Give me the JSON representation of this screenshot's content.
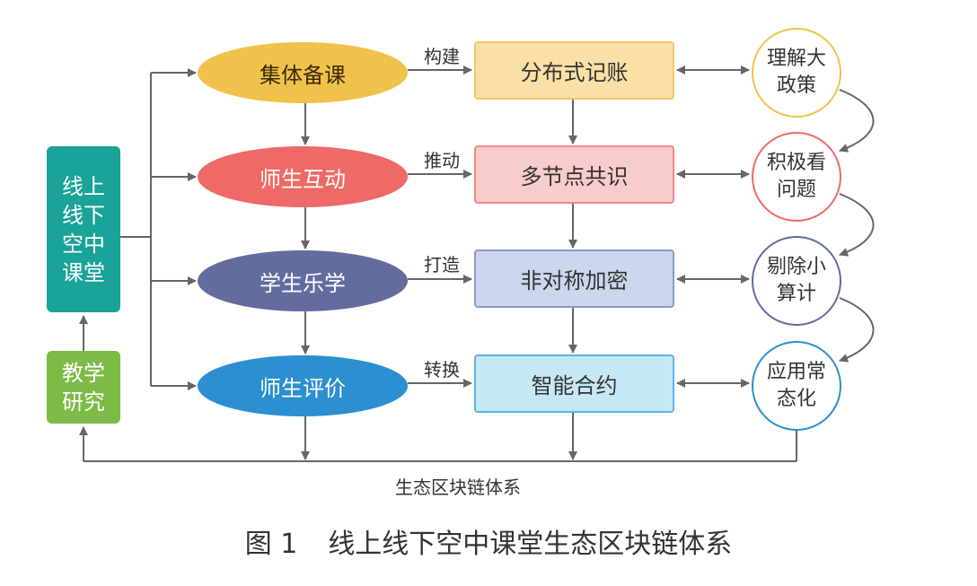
{
  "left_column": {
    "main_box": "线上线下空中课堂",
    "research_box": "教学研究"
  },
  "stages": [
    {
      "label": "集体备课",
      "color": "#f1c24b",
      "verb": "构建",
      "mechanism": "分布式记账",
      "mechanism_color": "#fbe0a6",
      "outcome": "理解大政策"
    },
    {
      "label": "师生互动",
      "color": "#ee6a66",
      "verb": "推动",
      "mechanism": "多节点共识",
      "mechanism_color": "#f9cccc",
      "outcome": "积极看问题"
    },
    {
      "label": "学生乐学",
      "color": "#626c9f",
      "verb": "打造",
      "mechanism": "非对称加密",
      "mechanism_color": "#ccd6ee",
      "outcome": "剔除小算计"
    },
    {
      "label": "师生评价",
      "color": "#2c8fcf",
      "verb": "转换",
      "mechanism": "智能合约",
      "mechanism_color": "#c6e8f6",
      "outcome": "应用常态化"
    }
  ],
  "ecosystem_label": "生态区块链体系",
  "caption": {
    "number": "图 1",
    "title": "线上线下空中课堂生态区块链体系"
  },
  "colors": {
    "arrow": "#666666",
    "main_box": "#1aa398",
    "research_box": "#7dbb47"
  }
}
